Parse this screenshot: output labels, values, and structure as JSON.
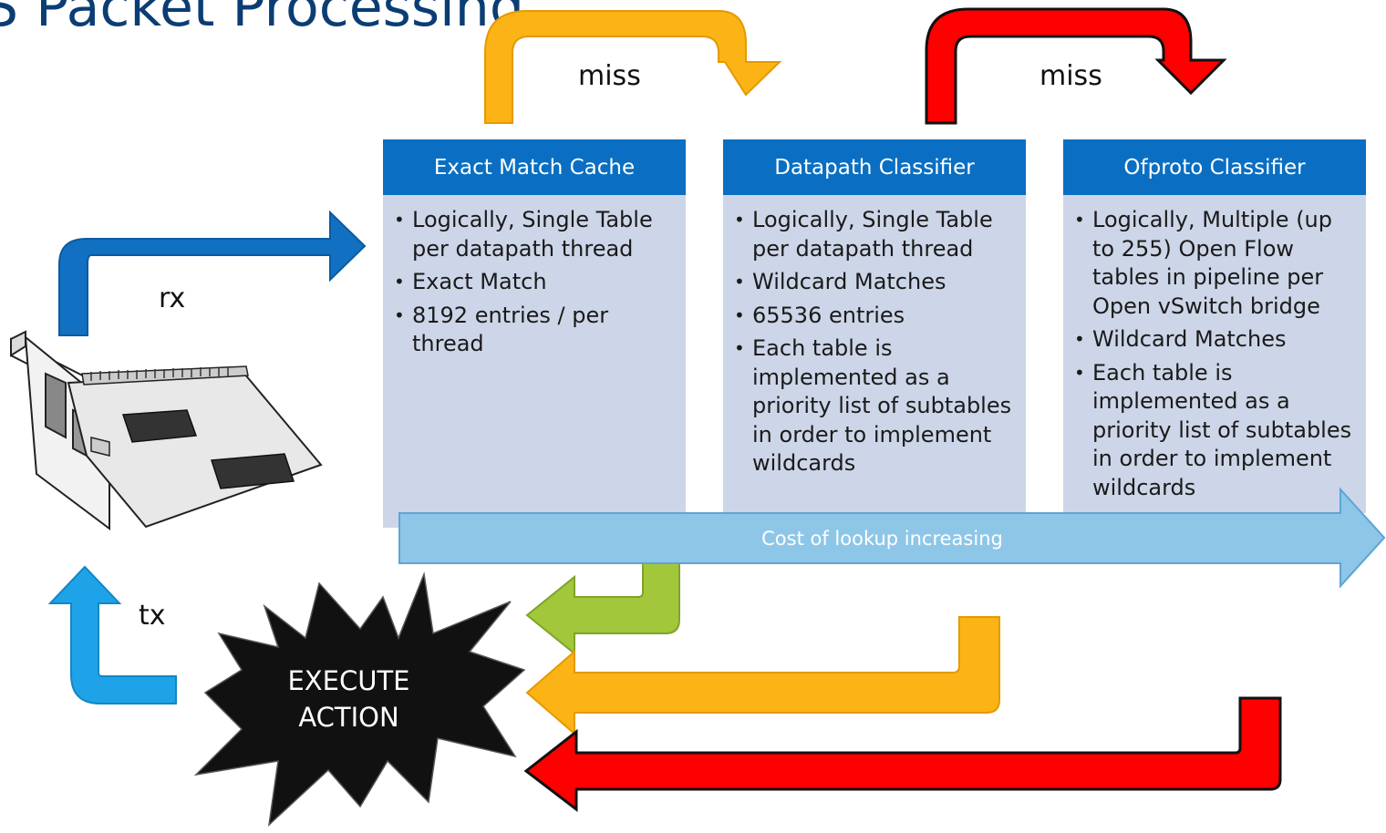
{
  "title": "S Packet Processing",
  "stages": [
    {
      "header": "Exact Match Cache",
      "bullets": [
        "Logically, Single Table per datapath thread",
        "Exact Match",
        "8192 entries / per thread"
      ]
    },
    {
      "header": "Datapath Classifier",
      "bullets": [
        "Logically, Single Table per datapath thread",
        "Wildcard Matches",
        "65536 entries",
        "Each table is implemented as a priority list of subtables in order to implement wildcards"
      ]
    },
    {
      "header": "Ofproto Classifier",
      "bullets": [
        "Logically, Multiple (up to 255) Open Flow tables in pipeline per Open vSwitch bridge",
        "Wildcard Matches",
        "Each table is implemented as a priority list of subtables in order to implement wildcards"
      ]
    }
  ],
  "labels": {
    "miss_1": "miss",
    "miss_2": "miss",
    "rx": "rx",
    "tx": "tx",
    "cost": "Cost of lookup increasing",
    "execute_line1": "EXECUTE",
    "execute_line2": "ACTION"
  },
  "colors": {
    "header_blue": "#0a6fc2",
    "panel_body": "#cdd6e8",
    "title": "#0b3d74",
    "orange_arrow": "#fbb316",
    "red_arrow": "#ff0000",
    "green_arrow": "#a2c73b",
    "rx_arrow": "#1170c2",
    "tx_arrow": "#1ea3e8",
    "cost_arrow": "#8ec6e8"
  },
  "icons": [
    "network-card-icon",
    "burst-shape"
  ]
}
